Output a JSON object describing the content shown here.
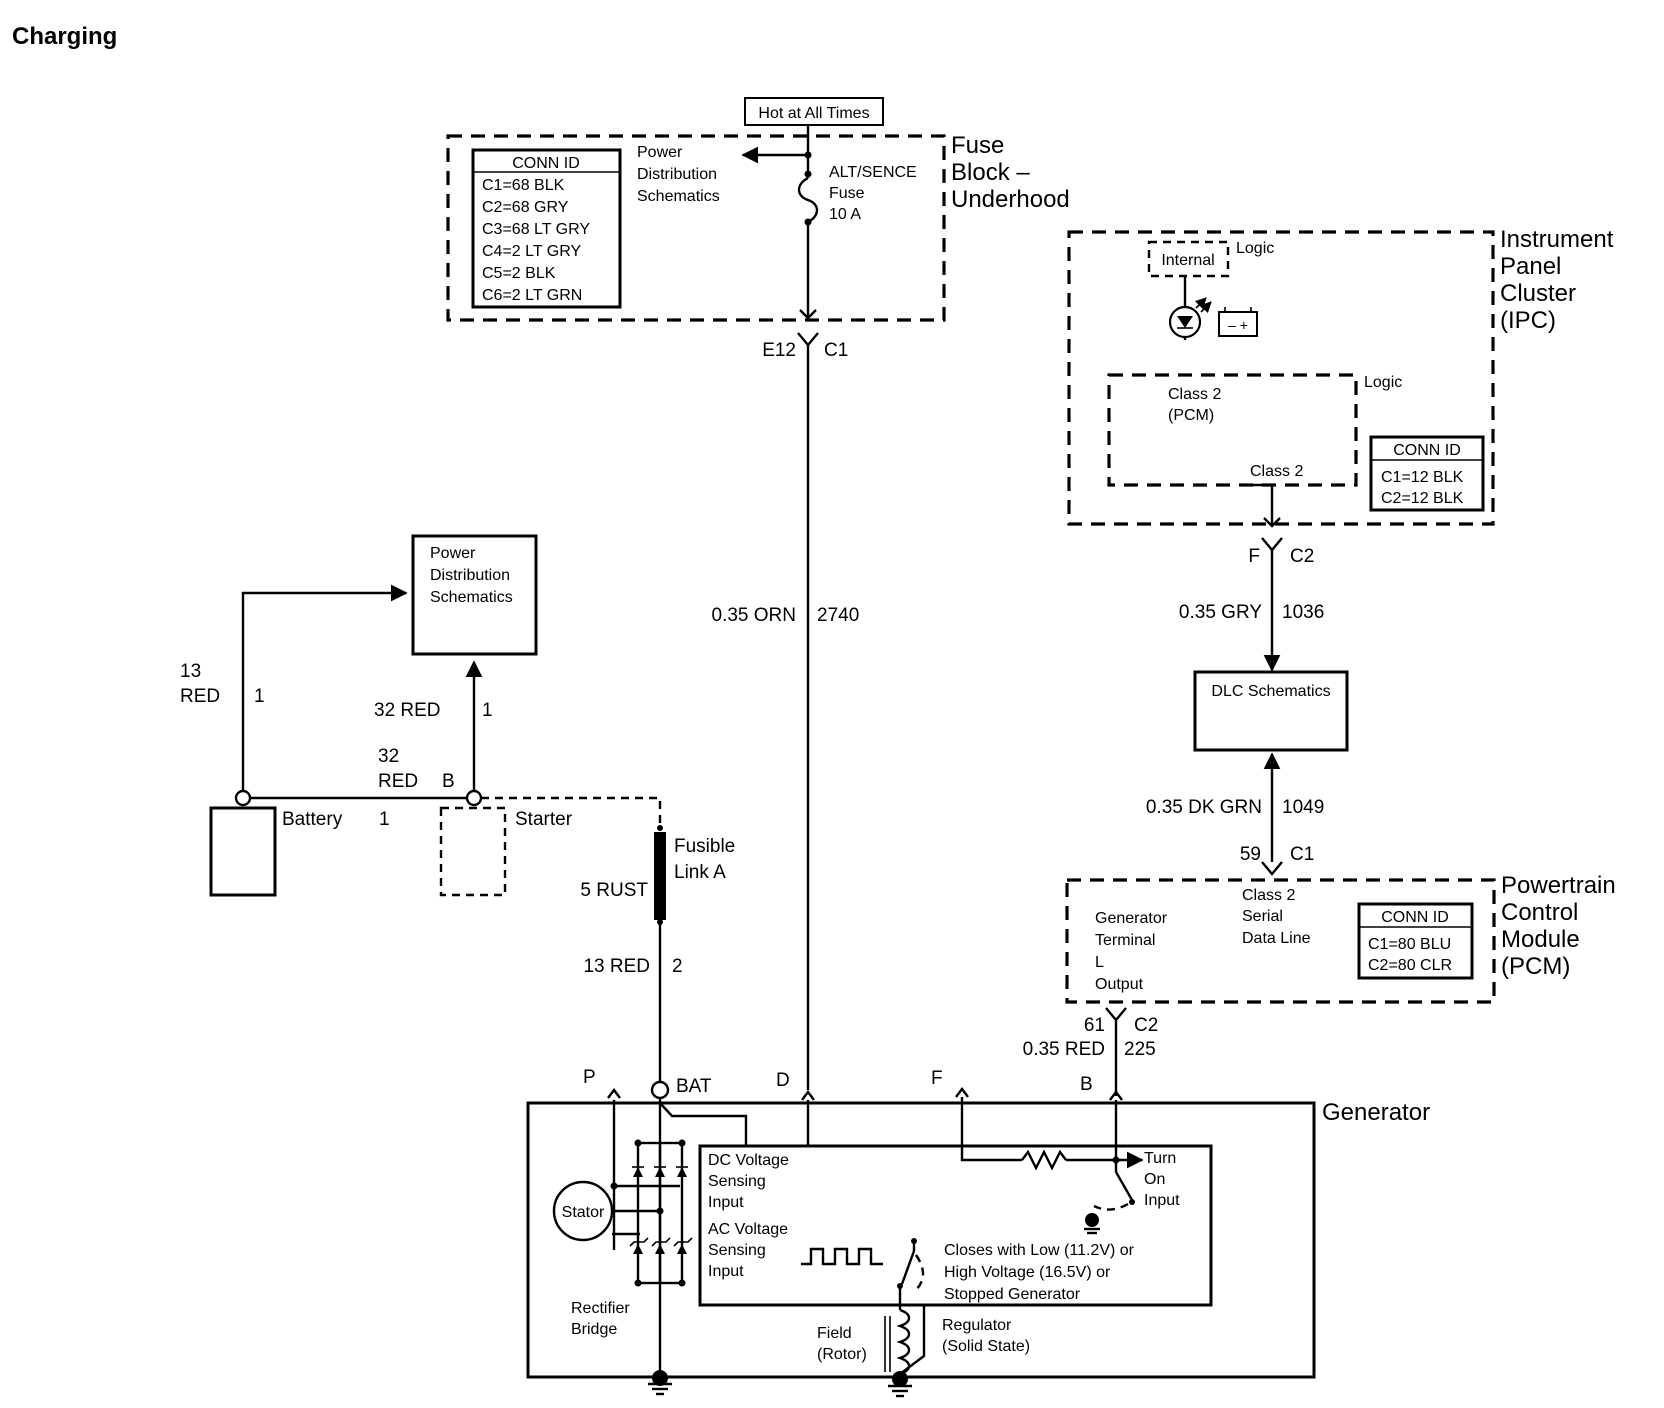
{
  "page_title": "Charging",
  "hot_label": "Hot at All Times",
  "fuse_block": {
    "title": [
      "Fuse",
      "Block –",
      "Underhood"
    ],
    "conn_id": {
      "header": "CONN ID",
      "rows": [
        "C1=68 BLK",
        "C2=68 GRY",
        "C3=68 LT GRY",
        "C4=2 LT GRY",
        "C5=2 BLK",
        "C6=2 LT GRN"
      ]
    },
    "power_dist": [
      "Power",
      "Distribution",
      "Schematics"
    ],
    "fuse": [
      "ALT/SENCE",
      "Fuse",
      "10 A"
    ],
    "connector": [
      "E12",
      "C1"
    ]
  },
  "ipc": {
    "title": [
      "Instrument",
      "Panel",
      "Cluster",
      "(IPC)"
    ],
    "internal": "Internal",
    "logic_top": "Logic",
    "logic_mid": "Logic",
    "class2_pcm": [
      "Class 2",
      "(PCM)"
    ],
    "class2": "Class 2",
    "conn_id": {
      "header": "CONN ID",
      "rows": [
        "C1=12 BLK",
        "C2=12 BLK"
      ]
    },
    "battery_symbol": "– +",
    "connector": [
      "F",
      "C2"
    ]
  },
  "wires": {
    "orn": [
      "0.35 ORN",
      "2740"
    ],
    "gry": [
      "0.35 GRY",
      "1036"
    ],
    "dkgrn": [
      "0.35 DK GRN",
      "1049"
    ],
    "red_b": [
      "0.35 RED",
      "225"
    ],
    "red13_left": [
      "13",
      "RED",
      "1"
    ],
    "red32_up": [
      "32 RED",
      "1"
    ],
    "red32_b": [
      "32",
      "RED",
      "B"
    ],
    "rust5": "5 RUST",
    "red13_mid": [
      "13 RED",
      "2"
    ]
  },
  "dlc": "DLC Schematics",
  "pcm": {
    "title": [
      "Powertrain",
      "Control",
      "Module",
      "(PCM)"
    ],
    "gen_terminal": [
      "Generator",
      "Terminal",
      "L",
      "Output"
    ],
    "serial": [
      "Class 2",
      "Serial",
      "Data Line"
    ],
    "conn_id": {
      "header": "CONN ID",
      "rows": [
        "C1=80 BLU",
        "C2=80 CLR"
      ]
    },
    "connector_top": [
      "59",
      "C1"
    ],
    "connector_bottom": [
      "61",
      "C2"
    ]
  },
  "left": {
    "power_dist": [
      "Power",
      "Distribution",
      "Schematics"
    ],
    "battery": "Battery",
    "battery_num": "1",
    "starter": "Starter",
    "fusible": [
      "Fusible",
      "Link A"
    ]
  },
  "generator": {
    "title": "Generator",
    "terminals": {
      "p": "P",
      "bat": "BAT",
      "d": "D",
      "f": "F",
      "b": "B"
    },
    "stator": "Stator",
    "rectifier": [
      "Rectifier",
      "Bridge"
    ],
    "dc_sense": [
      "DC Voltage",
      "Sensing",
      "Input"
    ],
    "ac_sense": [
      "AC Voltage",
      "Sensing",
      "Input"
    ],
    "turn_on": [
      "Turn",
      "On",
      "Input"
    ],
    "closes": [
      "Closes with Low (11.2V) or",
      "High Voltage (16.5V) or",
      "Stopped Generator"
    ],
    "field": [
      "Field",
      "(Rotor)"
    ],
    "regulator": [
      "Regulator",
      "(Solid State)"
    ]
  }
}
